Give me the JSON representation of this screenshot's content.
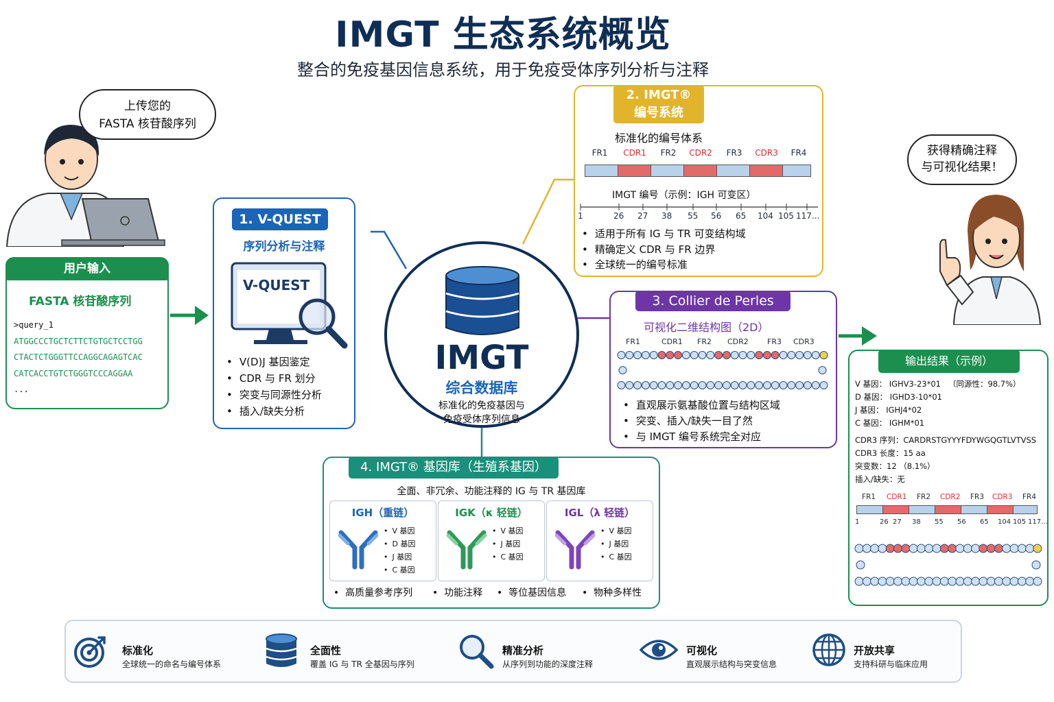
{
  "header": {
    "title": "IMGT 生态系统概览",
    "subtitle": "整合的免疫基因信息系统，用于免疫受体序列分析与注释"
  },
  "bubbles": {
    "upload_line1": "上传您的",
    "upload_line2": "FASTA 核苷酸序列",
    "result_line1": "获得精确注释",
    "result_line2": "与可视化结果！"
  },
  "user_input": {
    "title": "用户输入",
    "subtitle": "FASTA 核苷酸序列",
    "seq": [
      ">query_1",
      "ATGGCCCTGCTCTTCTGTGCTCCTGG",
      "CTACTCTGGGTTCCAGGCAGAGTCAC",
      "CATCACCTGTCTGGGTCCCAGGAA",
      "..."
    ]
  },
  "vquest": {
    "title": "1. V-QUEST",
    "subtitle": "序列分析与注释",
    "logo": "V-QUEST",
    "bullets": [
      "V(D)J 基因鉴定",
      "CDR 与 FR 划分",
      "突变与同源性分析",
      "插入/缺失分析"
    ]
  },
  "center": {
    "name": "IMGT",
    "subtitle": "综合数据库",
    "desc1": "标准化的免疫基因与",
    "desc2": "免疫受体序列信息"
  },
  "numbering": {
    "title1": "2. IMGT®",
    "title2": "编号系统",
    "subtitle": "标准化的编号体系",
    "regions": [
      "FR1",
      "CDR1",
      "FR2",
      "CDR2",
      "FR3",
      "CDR3",
      "FR4"
    ],
    "example": "IMGT 编号（示例：IGH 可变区）",
    "ticks": [
      "1",
      "26",
      "27",
      "38",
      "55",
      "56",
      "65",
      "104",
      "105",
      "117..."
    ],
    "bullets": [
      "适用于所有 IG 与 TR 可变结构域",
      "精确定义 CDR 与 FR 边界",
      "全球统一的编号标准"
    ]
  },
  "perles": {
    "title": "3. Collier de Perles",
    "subtitle": "可视化二维结构图（2D）",
    "labels": [
      "FR1",
      "CDR1",
      "FR2",
      "CDR2",
      "FR3",
      "CDR3"
    ],
    "bullets": [
      "直观展示氨基酸位置与结构区域",
      "突变、插入/缺失一目了然",
      "与 IMGT 编号系统完全对应"
    ]
  },
  "genedb": {
    "title": "4. IMGT® 基因库（生殖系基因）",
    "subtitle": "全面、非冗余、功能注释的 IG 与 TR 基因库",
    "igh": {
      "name": "IGH（重链）",
      "genes": [
        "V 基因",
        "D 基因",
        "J 基因",
        "C 基因"
      ]
    },
    "igk": {
      "name": "IGK（κ 轻链）",
      "genes": [
        "V 基因",
        "J 基因",
        "C 基因"
      ]
    },
    "igl": {
      "name": "IGL（λ 轻链）",
      "genes": [
        "V 基因",
        "J 基因",
        "C 基因"
      ]
    },
    "bullets": [
      "高质量参考序列",
      "功能注释",
      "等位基因信息",
      "物种多样性"
    ]
  },
  "output": {
    "title": "输出结果（示例）",
    "rows1": [
      {
        "k": "V 基因：",
        "v": "IGHV3-23*01",
        "x": "（同源性：98.7%）"
      },
      {
        "k": "D 基因：",
        "v": "IGHD3-10*01",
        "x": ""
      },
      {
        "k": "J 基因：",
        "v": "IGHJ4*02",
        "x": ""
      },
      {
        "k": "C 基因：",
        "v": "IGHM*01",
        "x": ""
      }
    ],
    "rows2": [
      {
        "k": "CDR3 序列：",
        "v": "CARDRSTGYYYFDYWGQGTLVTVSS"
      },
      {
        "k": "CDR3 长度：",
        "v": "15 aa"
      },
      {
        "k": "突变数：",
        "v": "12 （8.1%）"
      },
      {
        "k": "插入/缺失：",
        "v": "无"
      }
    ],
    "regions": [
      "FR1",
      "CDR1",
      "FR2",
      "CDR2",
      "FR3",
      "CDR3",
      "FR4"
    ],
    "ticks": [
      "1",
      "26",
      "27",
      "38",
      "55",
      "56",
      "65",
      "104",
      "105",
      "117..."
    ]
  },
  "features": [
    {
      "title": "标准化",
      "desc": "全球统一的命名与编号体系",
      "icon": "target-icon"
    },
    {
      "title": "全面性",
      "desc": "覆盖 IG 与 TR 全基因与序列",
      "icon": "database-icon"
    },
    {
      "title": "精准分析",
      "desc": "从序列到功能的深度注释",
      "icon": "magnifier-icon"
    },
    {
      "title": "可视化",
      "desc": "直观展示结构与突变信息",
      "icon": "eye-icon"
    },
    {
      "title": "开放共享",
      "desc": "支持科研与临床应用",
      "icon": "globe-icon"
    }
  ],
  "colors": {
    "navy": "#0f2e55",
    "blue": "#1b64b8",
    "gold": "#e2b42b",
    "purple": "#6d35a8",
    "green": "#1c8f4e",
    "teal": "#1a8f7a",
    "cdr": "#e46a6a",
    "fr": "#b9d2ec"
  }
}
